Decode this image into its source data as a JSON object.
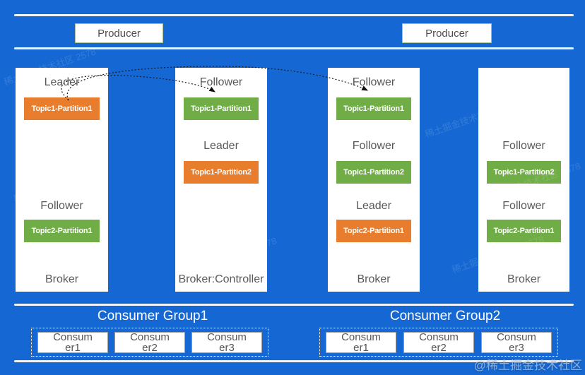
{
  "colors": {
    "background": "#1568d3",
    "separator_line": "#eef4fa",
    "leader_partition": "#e87d2e",
    "follower_partition": "#70ad47",
    "box_label_gray": "#595959"
  },
  "producers": [
    {
      "label": "Producer"
    },
    {
      "label": "Producer"
    }
  ],
  "brokers": [
    {
      "footer": "Broker",
      "slots": [
        {
          "row": 1,
          "role": "Leader",
          "partition": "Topic1-Partition1",
          "type": "leader"
        },
        {
          "row": 3,
          "role": "Follower",
          "partition": "Topic2-Partition1",
          "type": "follower"
        }
      ]
    },
    {
      "footer": "Broker:Controller",
      "slots": [
        {
          "row": 1,
          "role": "Follower",
          "partition": "Topic1-Partition1",
          "type": "follower"
        },
        {
          "row": 2,
          "role": "Leader",
          "partition": "Topic1-Partition2",
          "type": "leader"
        }
      ]
    },
    {
      "footer": "Broker",
      "slots": [
        {
          "row": 1,
          "role": "Follower",
          "partition": "Topic1-Partition1",
          "type": "follower"
        },
        {
          "row": 2,
          "role": "Follower",
          "partition": "Topic1-Partition2",
          "type": "follower"
        },
        {
          "row": 3,
          "role": "Leader",
          "partition": "Topic2-Partition1",
          "type": "leader"
        }
      ]
    },
    {
      "footer": "Broker",
      "slots": [
        {
          "row": 2,
          "role": "Follower",
          "partition": "Topic1-Partition2",
          "type": "follower"
        },
        {
          "row": 3,
          "role": "Follower",
          "partition": "Topic2-Partition1",
          "type": "follower"
        }
      ]
    }
  ],
  "consumer_groups": [
    {
      "title": "Consumer Group1",
      "consumers": [
        "Consumer1",
        "Consumer2",
        "Consumer3"
      ]
    },
    {
      "title": "Consumer Group2",
      "consumers": [
        "Consumer1",
        "Consumer2",
        "Consumer3"
      ]
    }
  ],
  "watermarks": {
    "diagonal_text": "稀土掘金技术社区 2578",
    "corner_text": "@稀土掘金技术社区"
  }
}
